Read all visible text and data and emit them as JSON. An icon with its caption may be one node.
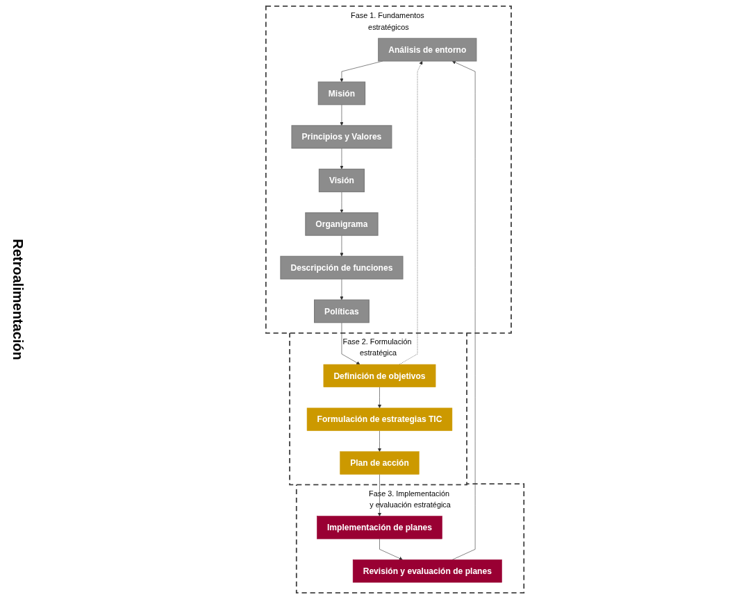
{
  "diagram": {
    "nodes": [
      {
        "text": [
          "Fase 1. Fundamentos estratégicos"
        ]
      },
      {
        "text": [
          "Análisis de entorno"
        ],
        "in": 0
      },
      {
        "text": [
          "Misión"
        ],
        "in": 0
      },
      {
        "text": [
          "Principios y Valores"
        ],
        "in": 0
      },
      {
        "text": [
          "Organigrama"
        ],
        "in": 0
      },
      {
        "text": [
          "Visión"
        ],
        "in": 0
      },
      {
        "text": [
          "Descripción de funciones"
        ],
        "in": 0
      },
      {
        "text": [
          "Políticas"
        ],
        "in": 0
      },
      {
        "text": [
          "Fase 2. Formulación estratégica"
        ]
      },
      {
        "text": [
          "Plan de acción"
        ],
        "in": 8
      },
      {
        "text": [
          "Formulación de estrategias TIC"
        ],
        "in": 8
      },
      {
        "text": [
          "Definición de objetivos"
        ],
        "in": 8
      },
      {
        "text": [
          "Fase 3. Implementación y evaluación estratégica"
        ]
      },
      {
        "text": [
          "Revisión y evaluación de planes"
        ],
        "in": 12
      },
      {
        "text": [
          "Implementación de planes"
        ],
        "in": 12
      }
    ],
    "edges": [
      {
        "from": 1,
        "to": 2,
        "arrow": "to"
      },
      {
        "from": 2,
        "to": 3,
        "arrow": "to"
      },
      {
        "from": 3,
        "to": 5,
        "arrow": "to"
      },
      {
        "from": 5,
        "to": 4,
        "arrow": "to"
      },
      {
        "from": 4,
        "to": 6,
        "arrow": "to"
      },
      {
        "from": 6,
        "to": 7,
        "arrow": "to"
      },
      {
        "from": 7,
        "to": 11,
        "arrow": "to"
      },
      {
        "from": 11,
        "to": 10,
        "arrow": "to"
      },
      {
        "from": 10,
        "to": 9,
        "arrow": "to"
      },
      {
        "from": 9,
        "to": 14,
        "arrow": "to"
      },
      {
        "from": 14,
        "to": 13,
        "arrow": "to"
      },
      {
        "from": 13,
        "to": 1,
        "arrow": "to"
      },
      {
        "from": 11,
        "to": 1,
        "arrow": "to",
        "style": "dashed"
      }
    ],
    "labels": [
      "Retroalimentación"
    ]
  }
}
